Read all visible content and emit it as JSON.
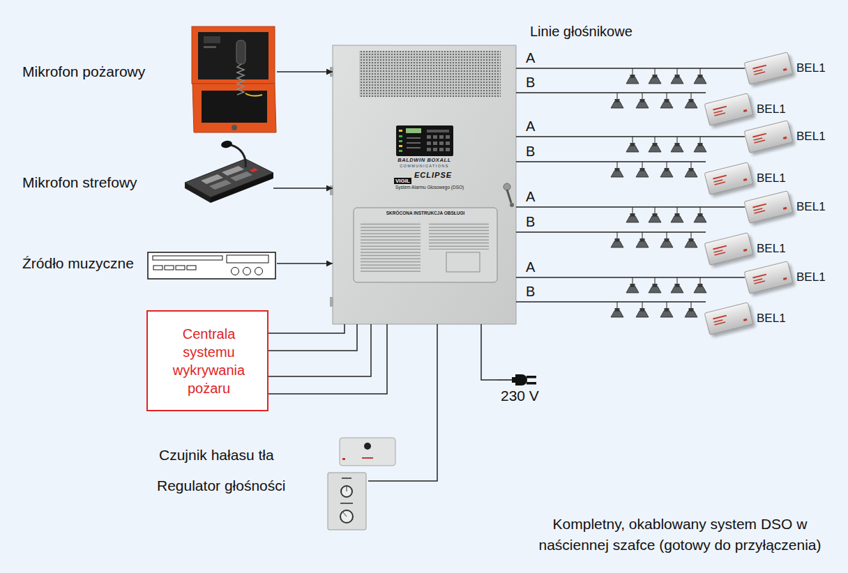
{
  "diagram": {
    "caption": "Kompletny, okablowany system DSO w naściennej szafce (gotowy do przyłączenia)",
    "nodes": [
      {
        "text": [
          "Mikrofon pożarowy"
        ]
      },
      {
        "text": [
          "BALDWIN BOXALL",
          "COMMUNICATIONS",
          "VIGIL",
          "ECLIPSE",
          "System Alarmu Głosowego (DSO)"
        ]
      },
      {
        "text": [
          "SKRÓCONA INSTRUKCJA OBSŁUGI"
        ],
        "in": 1
      },
      {
        "text": [
          "Mikrofon strefowy"
        ]
      },
      {
        "text": [
          "Źródło muzyczne"
        ]
      },
      {
        "text": [
          "Centrala systemu wykrywania pożaru"
        ]
      },
      {
        "text": [
          "Czujnik hałasu tła"
        ]
      },
      {
        "text": [
          "Regulator głośności"
        ]
      },
      {
        "text": [
          "230 V"
        ]
      },
      {
        "text": [
          "BEL1"
        ]
      },
      {
        "text": [
          "BEL1"
        ]
      },
      {
        "text": [
          "BEL1"
        ]
      },
      {
        "text": [
          "BEL1"
        ]
      },
      {
        "text": [
          "BEL1"
        ]
      },
      {
        "text": [
          "BEL1"
        ]
      },
      {
        "text": [
          "BEL1"
        ]
      },
      {
        "text": [
          "BEL1"
        ]
      }
    ],
    "edges": [
      {
        "from": 0,
        "to": 1,
        "arrow": "to"
      },
      {
        "from": 3,
        "to": 1,
        "arrow": "to"
      },
      {
        "from": 4,
        "to": 1,
        "arrow": "to"
      },
      {
        "from": 5,
        "to": 1,
        "arrow": "none"
      },
      {
        "from": 5,
        "to": 1,
        "arrow": "none"
      },
      {
        "from": 5,
        "to": 1,
        "arrow": "none"
      },
      {
        "from": 5,
        "to": 1,
        "arrow": "none"
      },
      {
        "from": 1,
        "to": 7,
        "arrow": "none"
      },
      {
        "from": 1,
        "to": 8,
        "arrow": "none"
      },
      {
        "from": 1,
        "to": 9,
        "label": "A",
        "arrow": "none"
      },
      {
        "from": 1,
        "to": 10,
        "label": "B",
        "arrow": "none"
      },
      {
        "from": 1,
        "to": 11,
        "label": "A",
        "arrow": "none"
      },
      {
        "from": 1,
        "to": 12,
        "label": "B",
        "arrow": "none"
      },
      {
        "from": 1,
        "to": 13,
        "label": "A",
        "arrow": "none"
      },
      {
        "from": 1,
        "to": 14,
        "label": "B",
        "arrow": "none"
      },
      {
        "from": 1,
        "to": 15,
        "label": "A",
        "arrow": "none"
      },
      {
        "from": 1,
        "to": 16,
        "label": "B",
        "arrow": "none"
      }
    ],
    "labels": [
      "Linie głośnikowe"
    ]
  }
}
